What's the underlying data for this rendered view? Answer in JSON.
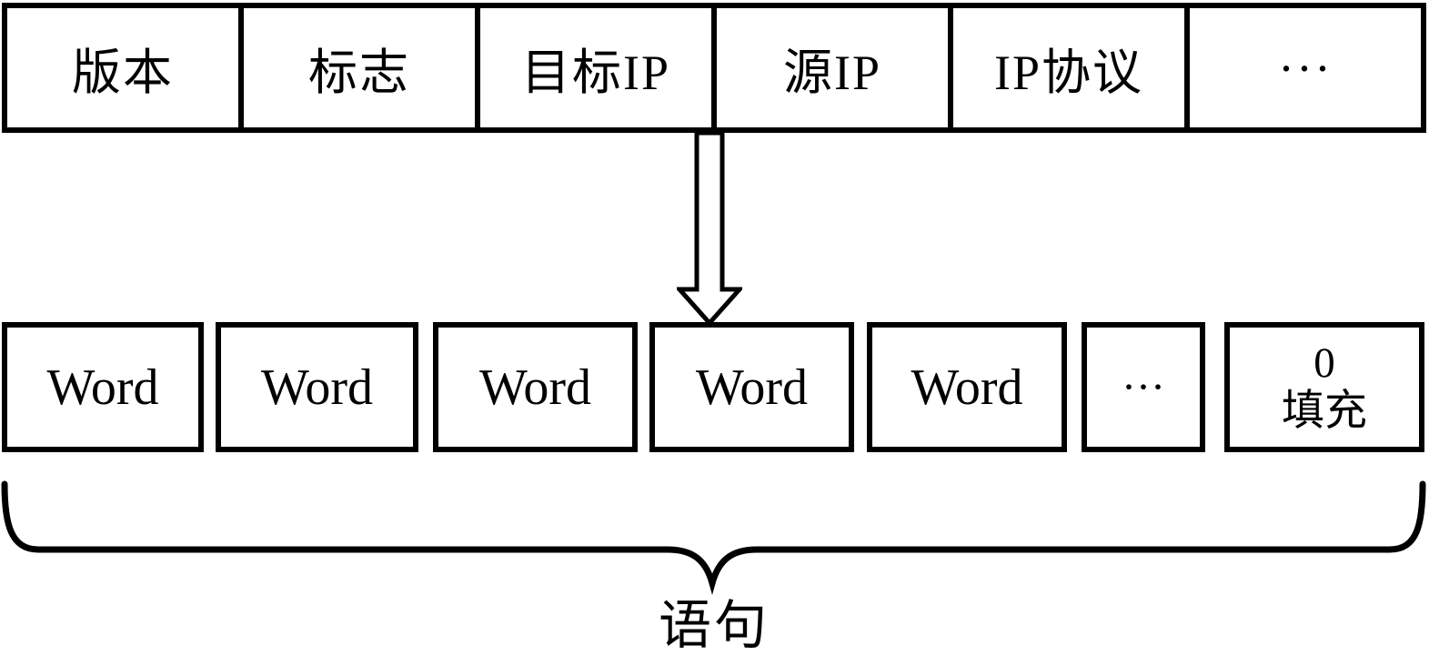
{
  "header": {
    "cells": [
      {
        "label": "版本"
      },
      {
        "label": "标志"
      },
      {
        "label": "目标IP"
      },
      {
        "label": "源IP"
      },
      {
        "label": "IP协议"
      },
      {
        "label": "···"
      }
    ]
  },
  "words": {
    "boxes": [
      {
        "label": "Word"
      },
      {
        "label": "Word"
      },
      {
        "label": "Word"
      },
      {
        "label": "Word"
      },
      {
        "label": "Word"
      },
      {
        "label": "···"
      }
    ],
    "pad_box": {
      "line1": "0",
      "line2": "填充"
    }
  },
  "brace": {
    "label": "语句"
  },
  "colors": {
    "ink": "#000000",
    "background": "#ffffff"
  }
}
